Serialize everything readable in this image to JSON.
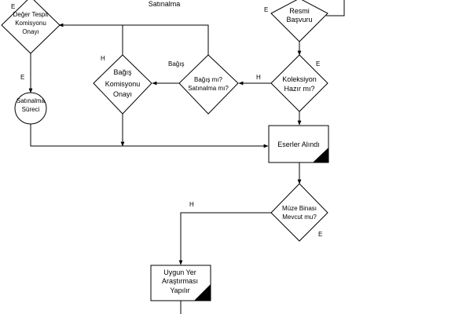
{
  "caption": "Satınalma",
  "nodes": {
    "resmi_basvuru": [
      "Resmi",
      "Başvuru"
    ],
    "deger_tespit": [
      "Değer Tespit",
      "Komisyonu",
      "Onayı"
    ],
    "bagis_komisyonu": [
      "Bağış",
      "Komisyonu",
      "Onayı"
    ],
    "bagis_mi": [
      "Bağış mı?",
      "Satınalma mı?"
    ],
    "koleksiyon_hazir": [
      "Koleksiyon",
      "Hazır mı?"
    ],
    "satinalma_sureci": [
      "Satınalma",
      "Süreci"
    ],
    "eserler_alindi": [
      "Eserler Alındı"
    ],
    "muze_binasi": [
      "Müze Binası",
      "Mevcut mu?"
    ],
    "uygun_yer": [
      "Uygun Yer",
      "Araştırması",
      "Yapılır"
    ]
  },
  "edge_labels": {
    "e_top_left": "E",
    "e_resmi": "E",
    "e_koleksiyon": "E",
    "e_deger": "E",
    "h_bagis_kom": "H",
    "h_koleksiyon": "H",
    "bagis_edge": "Bağış",
    "h_muze": "H",
    "e_muze": "E"
  }
}
